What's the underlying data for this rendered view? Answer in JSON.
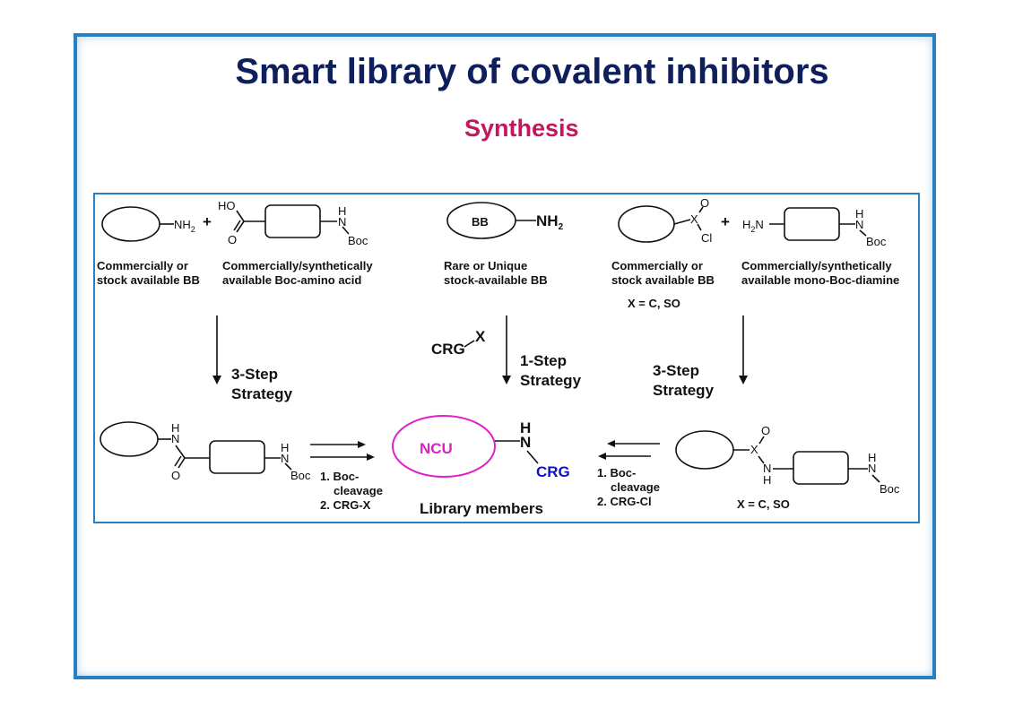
{
  "slide": {
    "title": "Smart library of covalent inhibitors",
    "subtitle": "Synthesis"
  },
  "scheme": {
    "top": {
      "amine_group": "NH",
      "sub2": "2",
      "plus": "+",
      "ho": "HO",
      "o": "O",
      "h": "H",
      "n": "N",
      "boc": "Boc",
      "bb": "BB",
      "x": "X",
      "cl": "Cl",
      "h2": "H",
      "n_after_h2": "N"
    },
    "labels": {
      "left_bb_line1": "Commercially or",
      "left_bb_line2": "stock available BB",
      "boc_amino_line1": "Commercially/synthetically",
      "boc_amino_line2": "available Boc-amino acid",
      "rare_line1": "Rare or Unique",
      "rare_line2": "stock-available BB",
      "right_bb_line1": "Commercially or",
      "right_bb_line2": "stock available BB",
      "diamine_line1": "Commercially/synthetically",
      "diamine_line2": "available mono-Boc-diamine",
      "x_def": "X = C, SO"
    },
    "strategies": {
      "left_line1": "3-Step",
      "left_line2": "Strategy",
      "middle_line1": "1-Step",
      "middle_line2": "Strategy",
      "right_line1": "3-Step",
      "right_line2": "Strategy",
      "crg": "CRG",
      "x": "X"
    },
    "bottom": {
      "ncu": "NCU",
      "h": "H",
      "n": "N",
      "crg": "CRG",
      "library": "Library members",
      "left_step1a": "1. Boc-",
      "left_step1b": "cleavage",
      "left_step2": "2. CRG-X",
      "right_step1a": "1. Boc-",
      "right_step1b": "cleavage",
      "right_step2": "2. CRG-Cl",
      "x_def": "X = C, SO",
      "o": "O",
      "x": "X",
      "boc": "Boc"
    }
  },
  "colors": {
    "title": "#0f1f5c",
    "subtitle": "#c2185b",
    "frame": "#2a7fc1",
    "ncu": "#e020c8",
    "crg": "#1010d0"
  }
}
